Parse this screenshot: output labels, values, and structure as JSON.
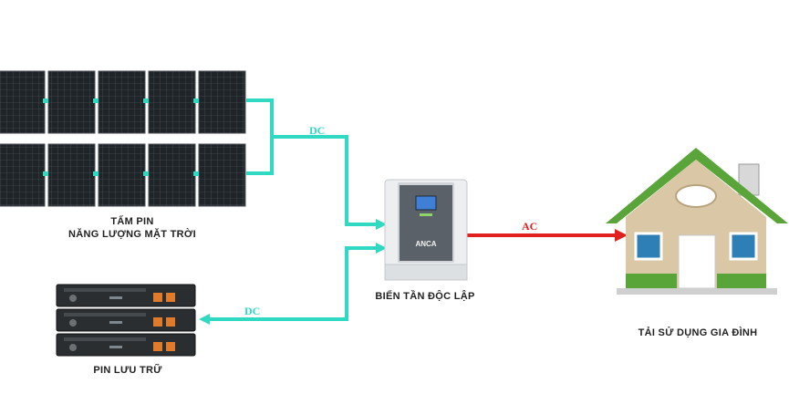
{
  "labels": {
    "solar_line1": "TẤM PIN",
    "solar_line2": "NĂNG LƯỢNG MẶT TRỜI",
    "inverter": "BIẾN TẦN ĐỘC LẬP",
    "battery": "PIN LƯU TRỮ",
    "load": "TẢI SỬ DỤNG GIA ĐÌNH"
  },
  "flows": {
    "dc_top": "DC",
    "dc_bottom": "DC",
    "ac": "AC"
  },
  "inverter_brand": "ANCA",
  "colors": {
    "dc": "#2fd9c2",
    "ac": "#e0211d",
    "roof": "#5aa53a",
    "wall": "#d9c7a6",
    "panel": "#24292e"
  }
}
